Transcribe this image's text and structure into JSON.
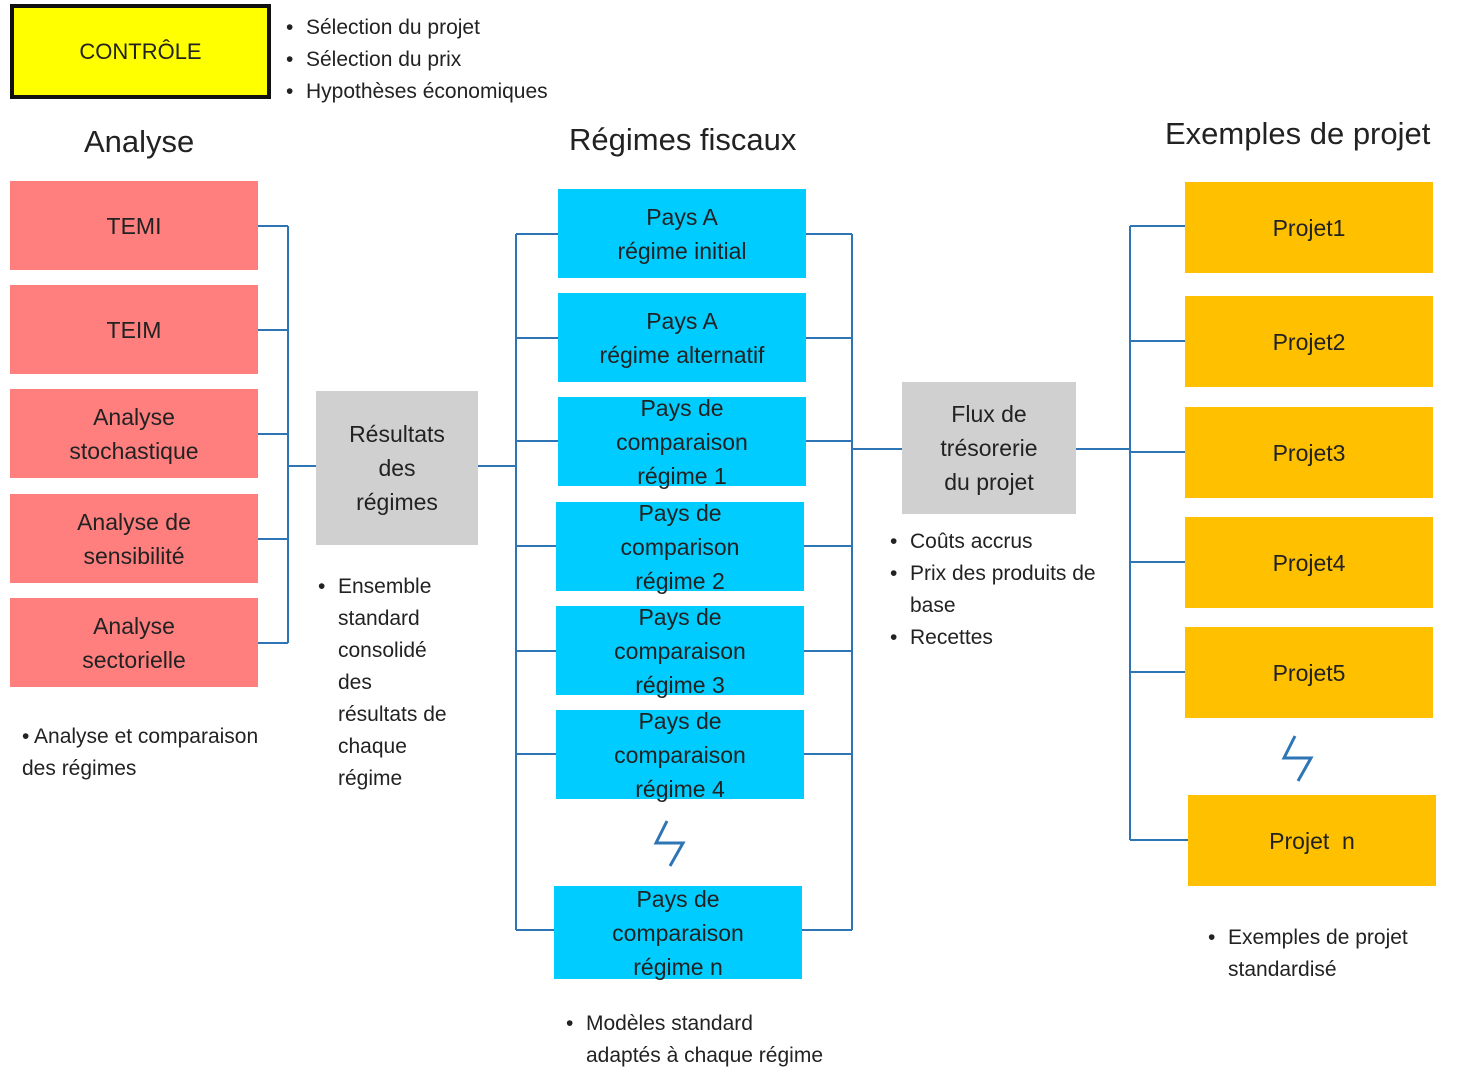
{
  "control": {
    "label": "CONTRÔLE",
    "bullets": [
      "Sélection du projet",
      "Sélection du prix",
      "Hypothèses économiques"
    ]
  },
  "analysis": {
    "heading": "Analyse",
    "boxes": [
      [
        "TEMI"
      ],
      [
        "TEIM"
      ],
      [
        "Analyse",
        "stochastique"
      ],
      [
        "Analyse de",
        "sensibilité"
      ],
      [
        "Analyse",
        "sectorielle"
      ]
    ],
    "note": [
      "• Analyse et comparaison",
      "des régimes"
    ]
  },
  "results": {
    "box": [
      "Résultats",
      "des",
      "régimes"
    ],
    "bullet": [
      "Ensemble",
      "standard",
      "consolidé",
      "des",
      "résultats de",
      "chaque",
      "régime"
    ]
  },
  "regimes": {
    "heading": "Régimes fiscaux",
    "boxes": [
      [
        "Pays A",
        "régime initial"
      ],
      [
        "Pays A",
        "régime alternatif"
      ],
      [
        "Pays de",
        "comparaison",
        "régime 1"
      ],
      [
        "Pays de",
        "comparison",
        "régime  2"
      ],
      [
        "Pays de",
        "comparaison",
        "régime 3"
      ],
      [
        "Pays de",
        "comparaison",
        "régime 4"
      ],
      [
        "Pays de",
        "comparaison",
        "régime n"
      ]
    ],
    "bullet": [
      "Modèles standard",
      "adaptés à chaque régime"
    ]
  },
  "cashflow": {
    "box": [
      "Flux de",
      "trésorerie",
      "du projet"
    ],
    "bullets": [
      [
        "Coûts accrus"
      ],
      [
        "Prix des produits de",
        "base"
      ],
      [
        "Recettes"
      ]
    ]
  },
  "projects": {
    "heading": "Exemples de projet",
    "boxes": [
      "Projet1",
      "Projet2",
      "Projet3",
      "Projet4",
      "Projet5",
      "Projet  n"
    ],
    "bullet": [
      "Exemples de projet",
      "standardisé"
    ]
  },
  "colors": {
    "analysis": "#ff7f7f",
    "regimes": "#00ccff",
    "projects": "#ffc000",
    "grey": "#d0d0d0",
    "control": "#ffff00",
    "connector": "#2e75b6"
  },
  "icons": [
    "zigzag-continuation-icon"
  ]
}
